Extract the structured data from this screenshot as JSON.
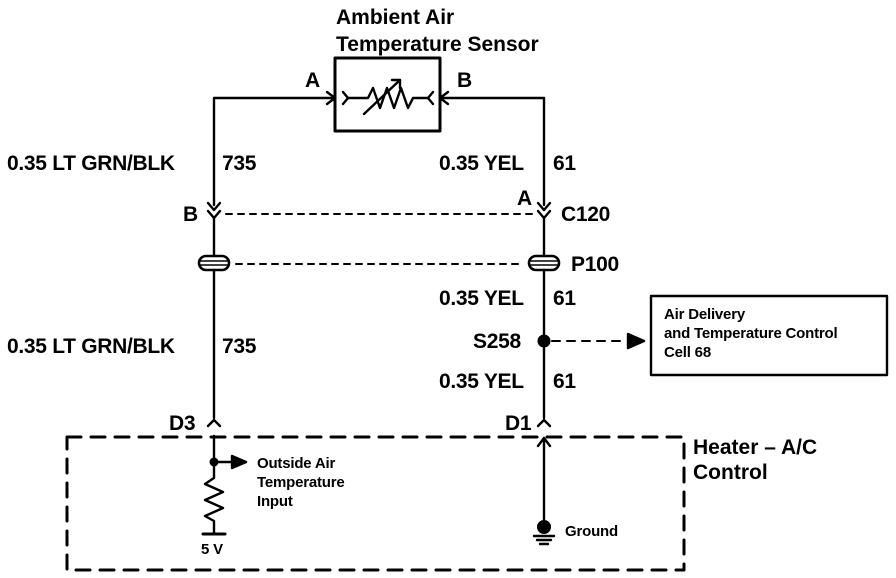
{
  "sensor": {
    "title_line1": "Ambient Air",
    "title_line2": "Temperature Sensor",
    "pin_a": "A",
    "pin_b": "B"
  },
  "left_circuit": {
    "upper_wire": "0.35 LT GRN/BLK",
    "upper_circuit": "735",
    "connector_pin": "B",
    "lower_wire": "0.35 LT GRN/BLK",
    "lower_circuit": "735",
    "control_pin": "D3"
  },
  "right_circuit": {
    "upper_wire": "0.35 YEL",
    "upper_circuit": "61",
    "connector_pin": "A",
    "connector_name": "C120",
    "passthrough_name": "P100",
    "mid_wire": "0.35 YEL",
    "mid_circuit": "61",
    "splice_name": "S258",
    "lower_wire": "0.35 YEL",
    "lower_circuit": "61",
    "control_pin": "D1"
  },
  "reference_box": {
    "line1": "Air Delivery",
    "line2": "and Temperature Control",
    "line3": "Cell 68"
  },
  "control_module": {
    "name_line1": "Heater – A/C",
    "name_line2": "Control",
    "input_line1": "Outside Air",
    "input_line2": "Temperature",
    "input_line3": "Input",
    "supply": "5 V",
    "ground": "Ground"
  }
}
